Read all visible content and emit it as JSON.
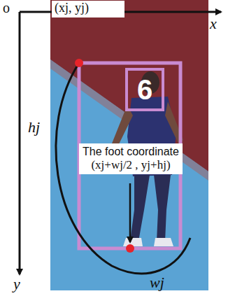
{
  "diagram": {
    "nodes": [
      {
        "text": [
          "6"
        ]
      },
      {
        "text": [
          "The foot coordinate",
          "(xj+wj/2 , yj+hj)"
        ]
      }
    ],
    "labels": [
      "o",
      "x",
      "y",
      "(xj, yj)",
      "hj",
      "wj"
    ]
  }
}
